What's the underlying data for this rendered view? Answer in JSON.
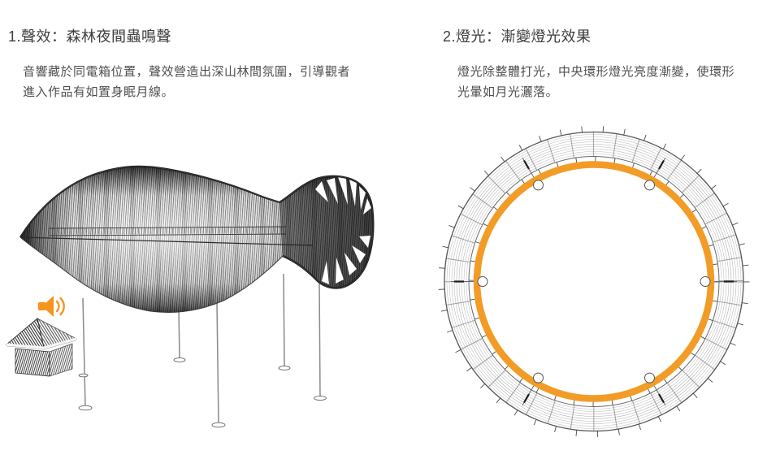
{
  "sections": [
    {
      "title": "1.聲效：森林夜間蟲鳴聲",
      "body_lines": [
        "音響藏於同電箱位置，聲效營造出深山林間氛圍，引導觀者",
        "進入作品有如置身眠月線。"
      ],
      "figure_name": "fish-shaped-pavilion-perspective-with-speaker-and-power-box"
    },
    {
      "title": "2.燈光：漸變燈光效果",
      "body_lines": [
        "燈光除整體打光，中央環形燈光亮度漸變，使環形",
        "光暈如月光灑落。"
      ],
      "figure_name": "circular-canopy-top-view-with-lighting-ring"
    }
  ],
  "icons": {
    "speaker": "speaker-volume-icon"
  },
  "colors": {
    "accent_orange": "#F7941D",
    "ring_orange": "#F29C27",
    "title_text": "#3D3D3D",
    "body_text": "#4F4F4F",
    "drawing_grey": "#4A4A4A"
  }
}
